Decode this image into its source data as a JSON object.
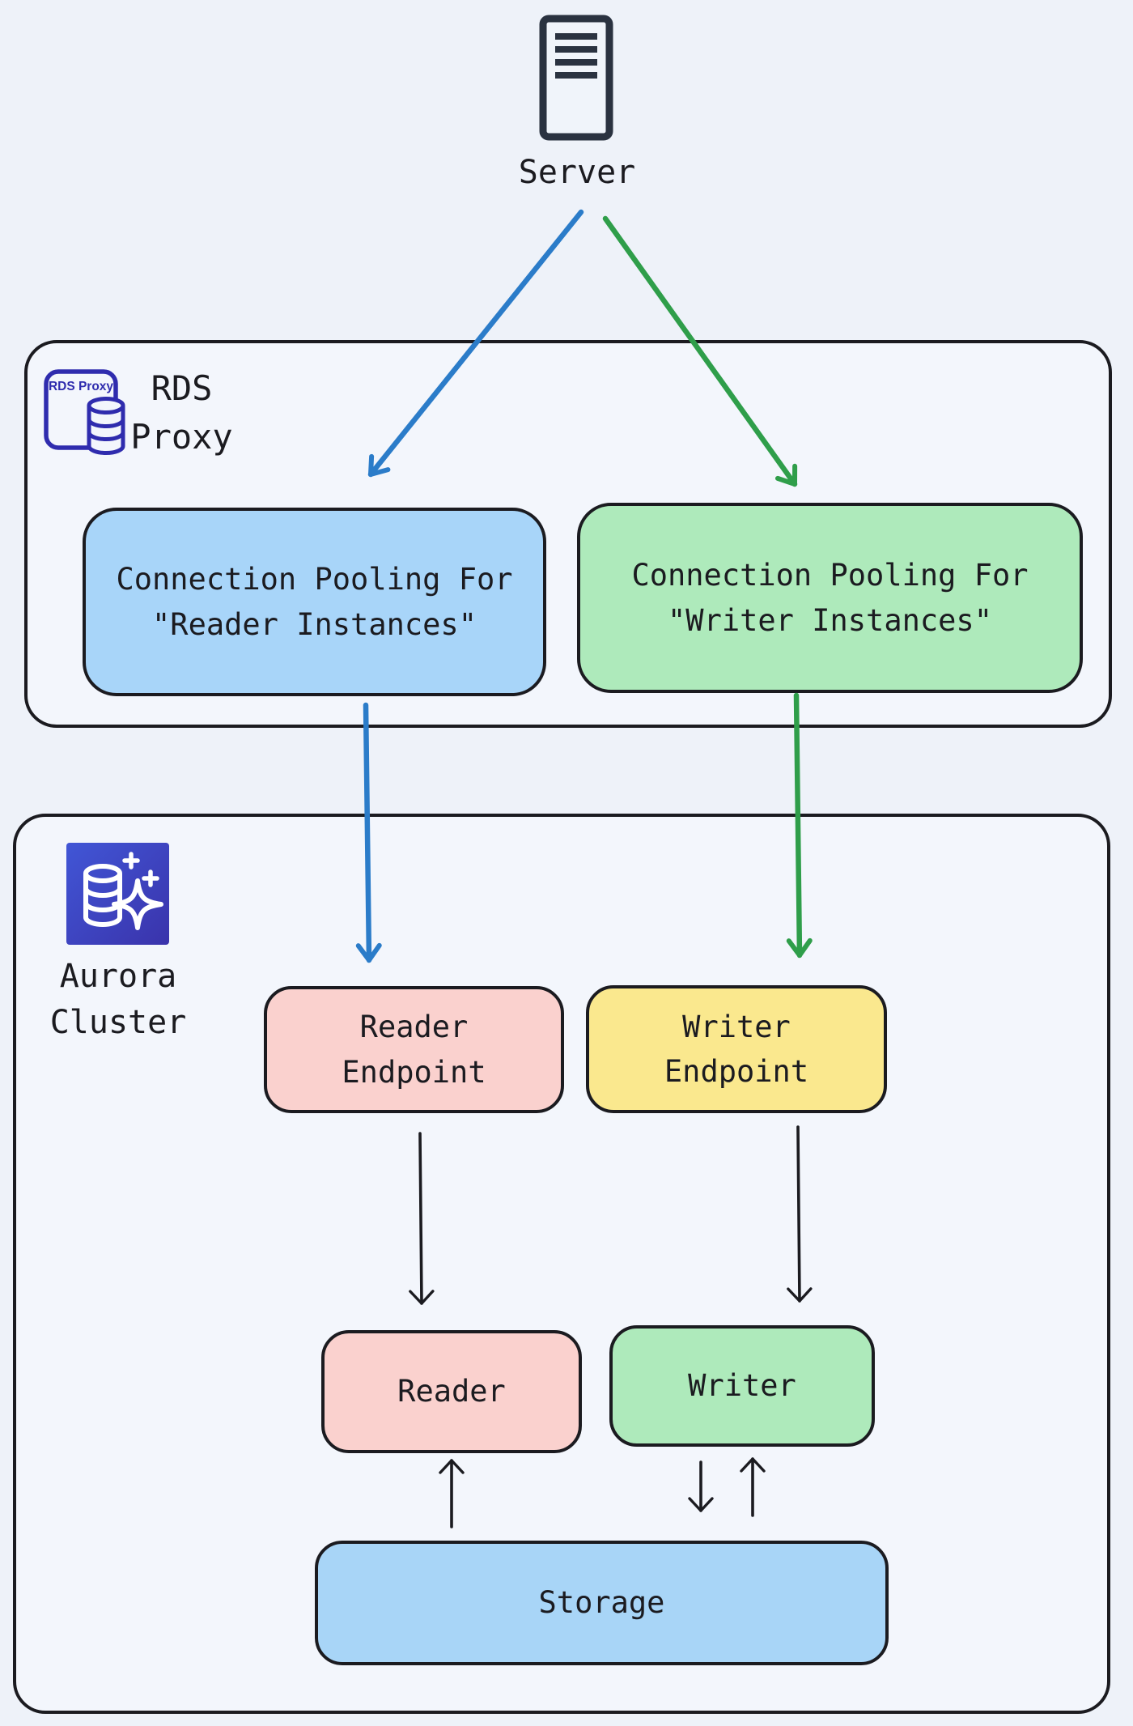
{
  "server": {
    "label": "Server",
    "icon": "server-tower-icon"
  },
  "rds_proxy": {
    "title_line1": "RDS",
    "title_line2": "Proxy",
    "badge_label": "RDS Proxy",
    "icon": "rds-proxy-badge-icon",
    "pooling_reader_line1": "Connection Pooling For",
    "pooling_reader_line2": "\"Reader Instances\"",
    "pooling_writer_line1": "Connection Pooling For",
    "pooling_writer_line2": "\"Writer Instances\""
  },
  "aurora": {
    "title_line1": "Aurora",
    "title_line2": "Cluster",
    "icon": "aurora-database-sparkle-icon",
    "reader_endpoint_line1": "Reader",
    "reader_endpoint_line2": "Endpoint",
    "writer_endpoint_line1": "Writer",
    "writer_endpoint_line2": "Endpoint",
    "reader_label": "Reader",
    "writer_label": "Writer",
    "storage_label": "Storage"
  },
  "edges": [
    {
      "from": "Server",
      "to": "Connection Pooling For \"Reader Instances\"",
      "color": "#2b7cc9"
    },
    {
      "from": "Server",
      "to": "Connection Pooling For \"Writer Instances\"",
      "color": "#2f9e4a"
    },
    {
      "from": "Connection Pooling For \"Reader Instances\"",
      "to": "Reader Endpoint",
      "color": "#2b7cc9"
    },
    {
      "from": "Connection Pooling For \"Writer Instances\"",
      "to": "Writer Endpoint",
      "color": "#2f9e4a"
    },
    {
      "from": "Reader Endpoint",
      "to": "Reader",
      "color": "#1b1b20"
    },
    {
      "from": "Writer Endpoint",
      "to": "Writer",
      "color": "#1b1b20"
    },
    {
      "from": "Storage",
      "to": "Reader",
      "color": "#1b1b20"
    },
    {
      "from": "Writer",
      "to": "Storage",
      "color": "#1b1b20"
    },
    {
      "from": "Storage",
      "to": "Writer",
      "color": "#1b1b20"
    }
  ],
  "colors": {
    "page_background": "#eef2f9",
    "panel_background": "#f3f6fc",
    "stroke_dark": "#1b1b20",
    "box_blue": "#a8d5f9",
    "box_green": "#aeeabb",
    "box_pink": "#fad1ce",
    "box_yellow": "#fae88e",
    "box_storage_blue": "#a8d5f7",
    "arrow_blue": "#2b7cc9",
    "arrow_green": "#2f9e4a",
    "indigo_badge": "#2f2cae",
    "aurora_gradient_start": "#4156d6",
    "aurora_gradient_end": "#3a33ab",
    "server_icon_stroke": "#2a3240"
  }
}
